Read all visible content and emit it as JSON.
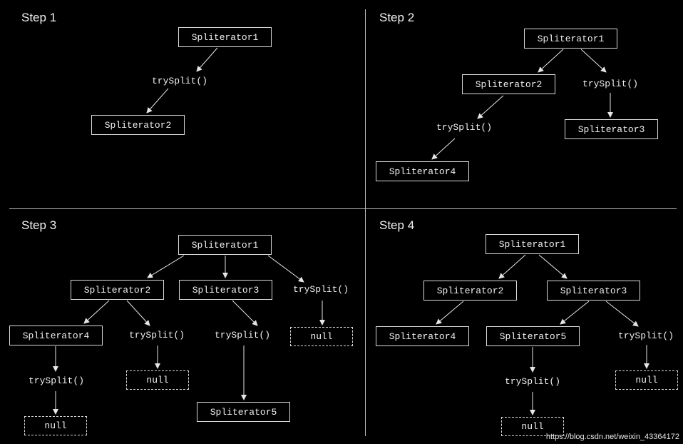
{
  "steps": [
    {
      "title": "Step 1",
      "nodes": [
        "Spliterator1",
        "Spliterator2"
      ],
      "calls": [
        "trySplit()"
      ]
    },
    {
      "title": "Step 2",
      "nodes": [
        "Spliterator1",
        "Spliterator2",
        "Spliterator3",
        "Spliterator4"
      ],
      "calls": [
        "trySplit()",
        "trySplit()"
      ]
    },
    {
      "title": "Step 3",
      "nodes": [
        "Spliterator1",
        "Spliterator2",
        "Spliterator3",
        "Spliterator4",
        "null",
        "Spliterator5",
        "null",
        "null"
      ],
      "calls": [
        "trySplit()",
        "trySplit()",
        "trySplit()",
        "trySplit()"
      ]
    },
    {
      "title": "Step 4",
      "nodes": [
        "Spliterator1",
        "Spliterator2",
        "Spliterator3",
        "Spliterator4",
        "Spliterator5",
        "null",
        "null"
      ],
      "calls": [
        "trySplit()",
        "trySplit()"
      ]
    }
  ],
  "watermark": "https://blog.csdn.net/weixin_43364172",
  "colors": {
    "background": "#000000",
    "foreground": "#f0f0f0",
    "line": "#d9d9d9"
  }
}
